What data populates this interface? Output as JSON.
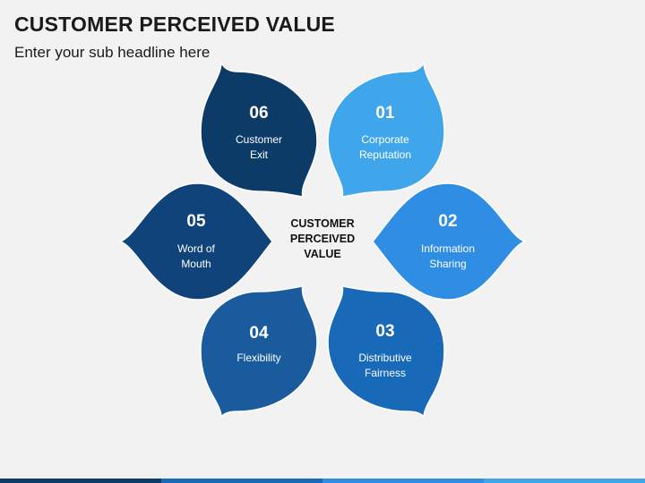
{
  "header": {
    "title": "CUSTOMER PERCEIVED VALUE",
    "subtitle": "Enter your sub headline here"
  },
  "center": {
    "lines": [
      "CUSTOMER",
      "PERCEIVED",
      "VALUE"
    ]
  },
  "petals": [
    {
      "number": "01",
      "lines": [
        "Corporate",
        "Reputation"
      ],
      "color": "#40a6ec"
    },
    {
      "number": "02",
      "lines": [
        "Information",
        "Sharing"
      ],
      "color": "#2f8ee3"
    },
    {
      "number": "03",
      "lines": [
        "Distributive",
        "Fairness"
      ],
      "color": "#1869b8"
    },
    {
      "number": "04",
      "lines": [
        "Flexibility"
      ],
      "color": "#1a5b9e"
    },
    {
      "number": "05",
      "lines": [
        "Word of",
        "Mouth"
      ],
      "color": "#0f4379"
    },
    {
      "number": "06",
      "lines": [
        "Customer",
        "Exit"
      ],
      "color": "#0d3b68"
    }
  ],
  "colors": {
    "bar": [
      "#0d3b68",
      "#1869b8",
      "#2f8ee3",
      "#40a6ec"
    ]
  }
}
